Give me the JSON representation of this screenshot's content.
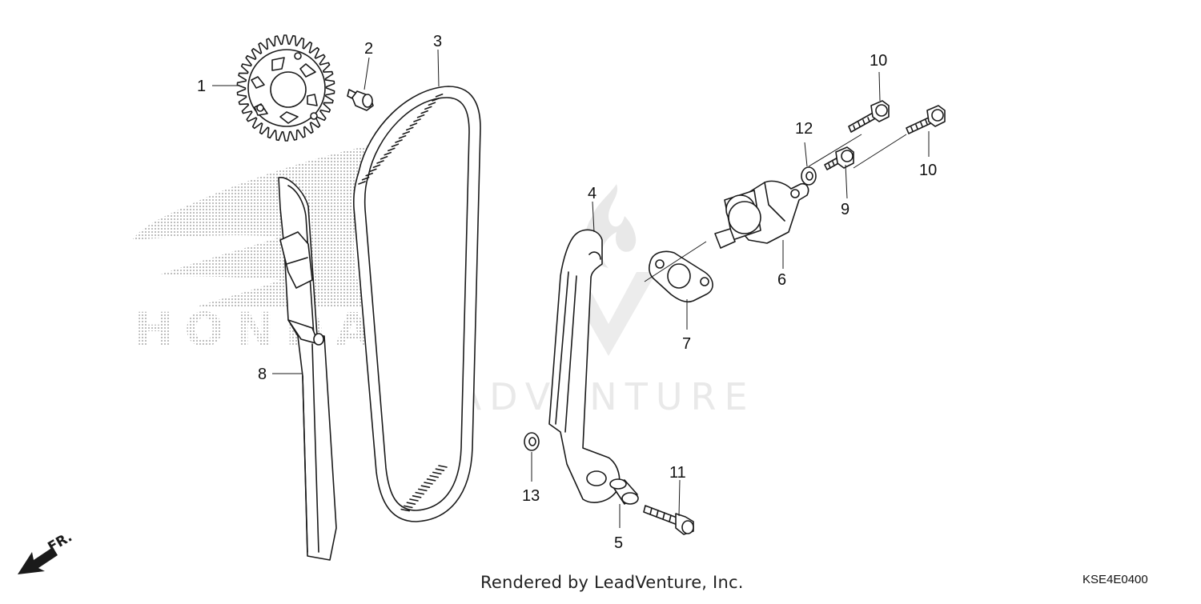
{
  "diagram": {
    "callouts": [
      {
        "id": "1",
        "text": "1"
      },
      {
        "id": "2",
        "text": "2"
      },
      {
        "id": "3",
        "text": "3"
      },
      {
        "id": "4",
        "text": "4"
      },
      {
        "id": "5",
        "text": "5"
      },
      {
        "id": "6",
        "text": "6"
      },
      {
        "id": "7",
        "text": "7"
      },
      {
        "id": "8",
        "text": "8"
      },
      {
        "id": "9",
        "text": "9"
      },
      {
        "id": "10a",
        "text": "10"
      },
      {
        "id": "10b",
        "text": "10"
      },
      {
        "id": "11",
        "text": "11"
      },
      {
        "id": "12",
        "text": "12"
      },
      {
        "id": "13",
        "text": "13"
      }
    ],
    "direction_label": "FR.",
    "watermark_brand": "HONDA",
    "watermark_text": "LEADVENTURE",
    "footer_text": "Rendered by LeadVenture, Inc.",
    "diagram_code": "KSE4E0400"
  }
}
